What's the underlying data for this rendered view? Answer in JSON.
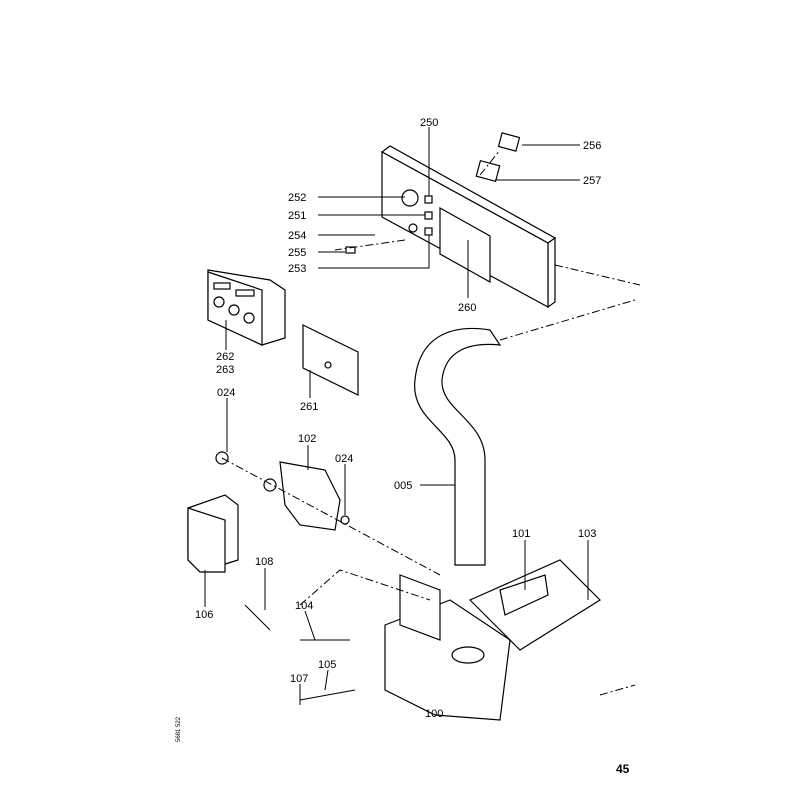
{
  "page_number": "45",
  "drawing_code": "5681 522",
  "labels": {
    "p250": "250",
    "p256": "256",
    "p257": "257",
    "p252": "252",
    "p251": "251",
    "p254": "254",
    "p255": "255",
    "p253": "253",
    "p260": "260",
    "p262": "262",
    "p263": "263",
    "p261": "261",
    "p024a": "024",
    "p102": "102",
    "p024b": "024",
    "p005": "005",
    "p101": "101",
    "p103": "103",
    "p108": "108",
    "p106": "106",
    "p104": "104",
    "p105": "105",
    "p107": "107",
    "p100": "100"
  }
}
